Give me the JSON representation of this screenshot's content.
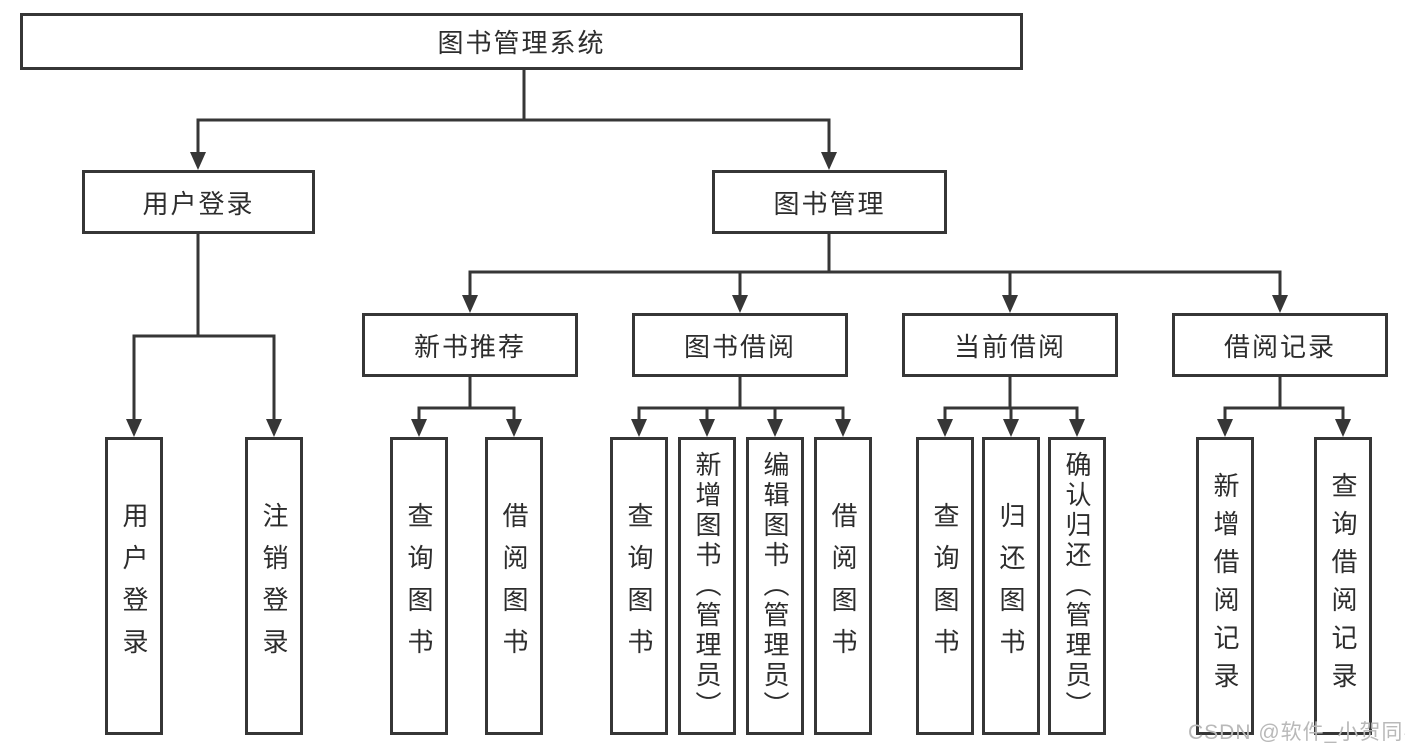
{
  "diagram": {
    "title": "图书管理系统",
    "root": {
      "label": "图书管理系统"
    },
    "user_login": {
      "label": "用户登录",
      "leaves": [
        "用户登录",
        "注销登录"
      ]
    },
    "book_mgmt": {
      "label": "图书管理"
    },
    "new_books": {
      "label": "新书推荐",
      "leaves": [
        "查询图书",
        "借阅图书"
      ]
    },
    "book_borrow": {
      "label": "图书借阅",
      "leaves": [
        "查询图书",
        "新增图书（管理员）",
        "编辑图书（管理员）",
        "借阅图书"
      ]
    },
    "current_borrow": {
      "label": "当前借阅",
      "leaves": [
        "查询图书",
        "归还图书",
        "确认归还（管理员）"
      ]
    },
    "borrow_records": {
      "label": "借阅记录",
      "leaves": [
        "新增借阅记录",
        "查询借阅记录"
      ]
    }
  },
  "watermark": "CSDN @软件_小贺同学",
  "colors": {
    "line": "#363636",
    "box_border": "#363636",
    "text": "#2d2d2d",
    "background": "#ffffff",
    "watermark": "#b9b9b9"
  }
}
